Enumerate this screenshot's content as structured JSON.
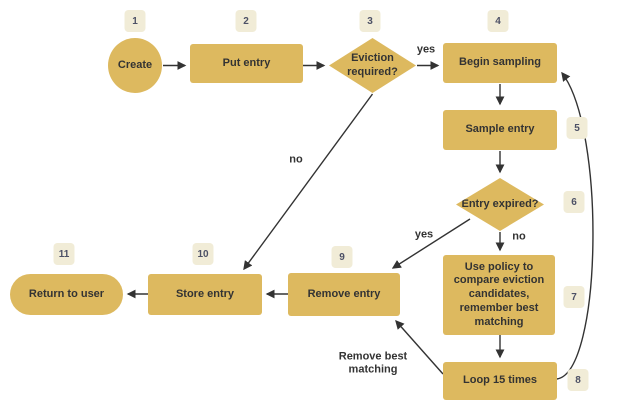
{
  "diagram": {
    "type": "flowchart",
    "subject": "cache put-entry / eviction sampling flow"
  },
  "colors": {
    "node_fill": "#DDB95F",
    "node_text": "#333333",
    "badge_bg": "#F1ECD7",
    "badge_text": "#4D5166",
    "edge": "#333333",
    "background": "#FFFFFF"
  },
  "nodes": [
    {
      "id": "create",
      "label": "Create",
      "shape": "circle",
      "badge": "1"
    },
    {
      "id": "put-entry",
      "label": "Put entry",
      "shape": "rect",
      "badge": "2"
    },
    {
      "id": "eviction-required",
      "label": "Eviction required?",
      "shape": "diamond",
      "badge": "3"
    },
    {
      "id": "begin-sampling",
      "label": "Begin sampling",
      "shape": "rect",
      "badge": "4"
    },
    {
      "id": "sample-entry",
      "label": "Sample entry",
      "shape": "rect",
      "badge": "5"
    },
    {
      "id": "entry-expired",
      "label": "Entry expired?",
      "shape": "diamond",
      "badge": "6"
    },
    {
      "id": "use-policy",
      "label": "Use policy to compare eviction candidates, remember best matching",
      "shape": "rect",
      "badge": "7"
    },
    {
      "id": "loop-15-times",
      "label": "Loop 15 times",
      "shape": "rect",
      "badge": "8"
    },
    {
      "id": "remove-entry",
      "label": "Remove entry",
      "shape": "rect",
      "badge": "9"
    },
    {
      "id": "store-entry",
      "label": "Store entry",
      "shape": "rect",
      "badge": "10"
    },
    {
      "id": "return-to-user",
      "label": "Return to user",
      "shape": "stadium",
      "badge": "11"
    }
  ],
  "edge_labels": {
    "yes_eviction": "yes",
    "no_eviction": "no",
    "yes_expired": "yes",
    "no_expired": "no",
    "remove_best": "Remove best matching"
  }
}
